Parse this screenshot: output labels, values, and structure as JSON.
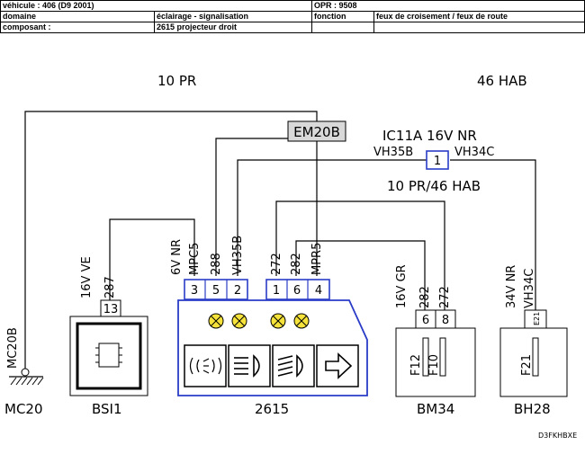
{
  "header": {
    "vehicule": "véhicule : 406 (D9 2001)",
    "opr": "OPR : 9508",
    "domaine_label": "domaine",
    "domaine_value": "éclairage - signalisation",
    "fonction_label": "fonction",
    "fonction_value": "feux de croisement / feux de route",
    "composant_label": "composant :",
    "composant_value": "2615 projecteur droit"
  },
  "zones": {
    "left": "10 PR",
    "right": "46 HAB"
  },
  "connector_em20b": "EM20B",
  "ic11a": {
    "title": "IC11A 16V NR",
    "left": "VH35B",
    "right": "VH34C",
    "pin": "1",
    "zone": "10 PR/46 HAB"
  },
  "mc20": {
    "name": "MC20",
    "wire": "MC20B"
  },
  "bsi1": {
    "name": "BSI1",
    "conn": "16V VE",
    "wire": "287",
    "pin": "13"
  },
  "c2615": {
    "name": "2615",
    "conn": "6V NR",
    "wires": [
      "MPC5",
      "288",
      "VH35B",
      "272",
      "282",
      "MPR5"
    ],
    "pins": [
      "3",
      "5",
      "2",
      "1",
      "6",
      "4"
    ]
  },
  "bm34": {
    "name": "BM34",
    "conn": "16V GR",
    "wires": [
      "282",
      "272"
    ],
    "pins": [
      "6",
      "8"
    ],
    "fuses": [
      "F12",
      "F10"
    ]
  },
  "bh28": {
    "name": "BH28",
    "conn": "34V NR",
    "wire": "VH34C",
    "pin": "E21",
    "fuse": "F21"
  },
  "footer_code": "D3FKHBXE"
}
